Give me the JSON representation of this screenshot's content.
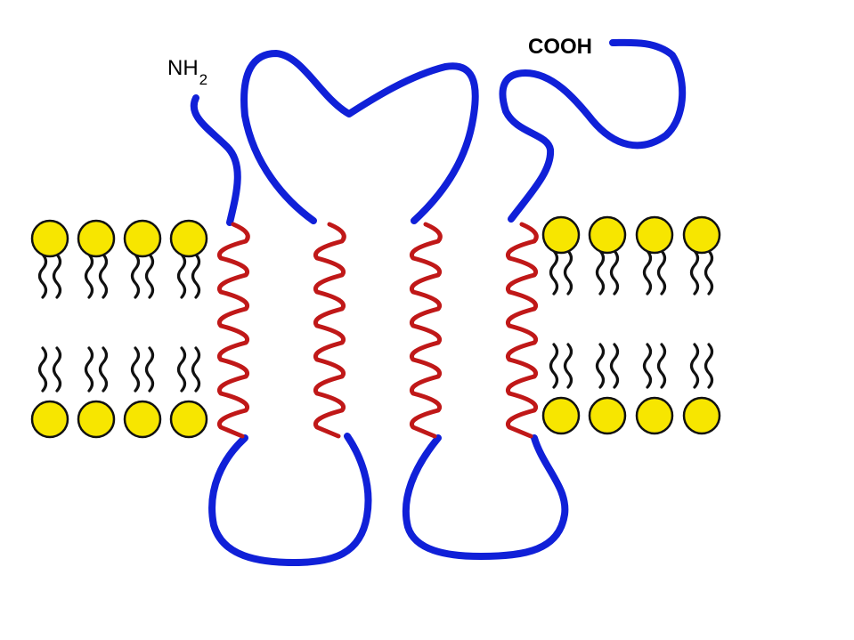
{
  "labels": {
    "n_terminus_main": "NH",
    "n_terminus_sub": "2",
    "c_terminus": "COOH"
  },
  "colors": {
    "background": "#ffffff",
    "loop": "#1020d8",
    "helix": "#c01818",
    "lipid_head": "#f7e600",
    "lipid_outline": "#111111",
    "lipid_tail": "#111111"
  },
  "diagram": {
    "transmembrane_helix_count": 4,
    "lipids_left_per_leaflet": 4,
    "lipids_right_per_leaflet": 4
  }
}
